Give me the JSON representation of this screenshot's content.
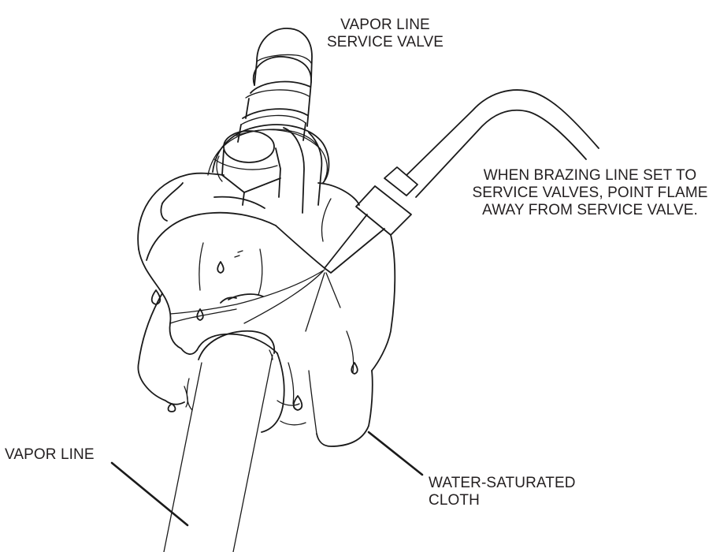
{
  "figure": {
    "type": "technical-illustration",
    "subject": "Brazing line set to service valve with water-saturated cloth",
    "colors": {
      "line": "#1a1a1a",
      "text": "#231f20",
      "background": "#ffffff"
    }
  },
  "labels": {
    "service_valve": {
      "line1": "VAPOR LINE",
      "line2": "SERVICE VALVE"
    },
    "brazing_note": {
      "line1": "WHEN BRAZING LINE SET TO",
      "line2": "SERVICE VALVES, POINT FLAME",
      "line3": "AWAY FROM SERVICE VALVE."
    },
    "vapor_line": {
      "line1": "VAPOR LINE"
    },
    "cloth": {
      "line1": "WATER-SATURATED",
      "line2": "CLOTH"
    }
  },
  "components": [
    {
      "name": "service-valve-stem",
      "description": "cylindrical valve stem with banded caps"
    },
    {
      "name": "valve-cap-nut",
      "description": "hex nut with round cap"
    },
    {
      "name": "brazing-torch",
      "description": "bent torch tip with nozzle collars"
    },
    {
      "name": "wet-cloth",
      "description": "cloth wrapped around valve with water drops"
    },
    {
      "name": "vapor-line-pipe",
      "description": "copper tube leading down-left"
    }
  ]
}
